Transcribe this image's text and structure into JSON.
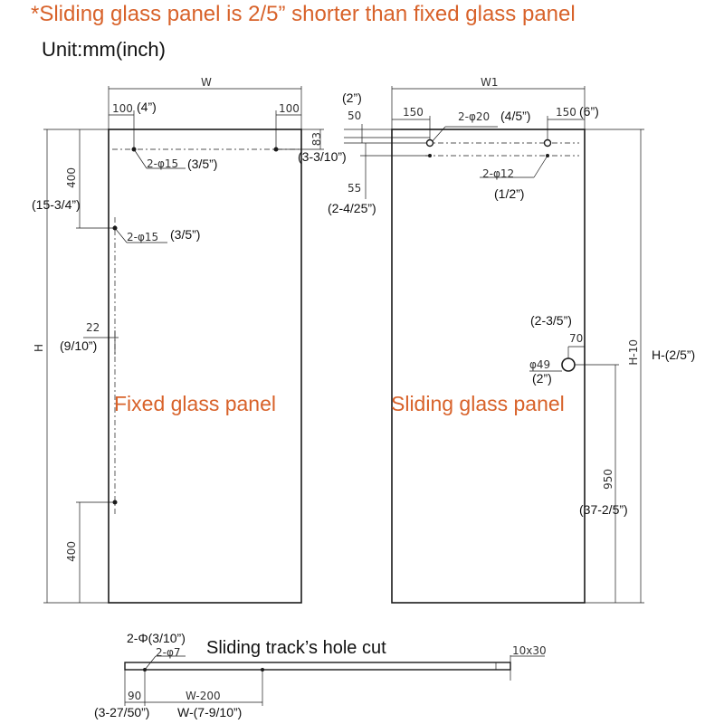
{
  "header": {
    "note": "*Sliding glass panel is 2/5”  shorter than fixed glass panel",
    "unit": "Unit:mm(inch)"
  },
  "fixed_panel": {
    "label": "Fixed glass panel",
    "width_label": "W",
    "height_label": "H",
    "edge_offset_left": "100",
    "edge_offset_left_inch": "(4”)",
    "edge_offset_right": "100",
    "top_offset": "83",
    "top_hole_spec": "2-φ15",
    "top_hole_inch": "(3/5”)",
    "upper_offset": "400",
    "upper_offset_inch": "(15-3/4”)",
    "side_hole_spec": "2-φ15",
    "side_hole_inch": "(3/5”)",
    "side_inset": "22",
    "side_inset_inch": "(9/10”)",
    "lower_offset": "400"
  },
  "sliding_panel": {
    "label": "Sliding glass panel",
    "width_label": "W1",
    "height_label": "H-10",
    "height_inch": "H-(2/5”)",
    "edge_left": "150",
    "edge_right": "150",
    "edge_right_inch": "(6”)",
    "big_hole_spec": "2-φ20",
    "big_hole_inch": "(4/5”)",
    "small_hole_spec": "2-φ12",
    "small_hole_inch": "(1/2”)",
    "top_50": "50",
    "top_50_inch": "(2”)",
    "top_83_inch": "(3-3/10”)",
    "top_55": "55",
    "top_55_inch": "(2-4/25”)",
    "handle_offset": "70",
    "handle_offset_inch": "(2-3/5”)",
    "handle_spec": "φ49",
    "handle_inch": "(2”)",
    "handle_height": "950",
    "handle_height_inch": "(37-2/5”)"
  },
  "track": {
    "title": "Sliding track’s hole cut",
    "hole_count_inch": "2-Φ(3/10”)",
    "hole_spec": "2-φ7",
    "section": "10x30",
    "edge_offset": "90",
    "edge_offset_inch": "(3-27/50”)",
    "spacing": "W-200",
    "spacing_inch": "W-(7-9/10”)"
  },
  "colors": {
    "accent": "#d8622a",
    "line": "#1a1a1a"
  }
}
